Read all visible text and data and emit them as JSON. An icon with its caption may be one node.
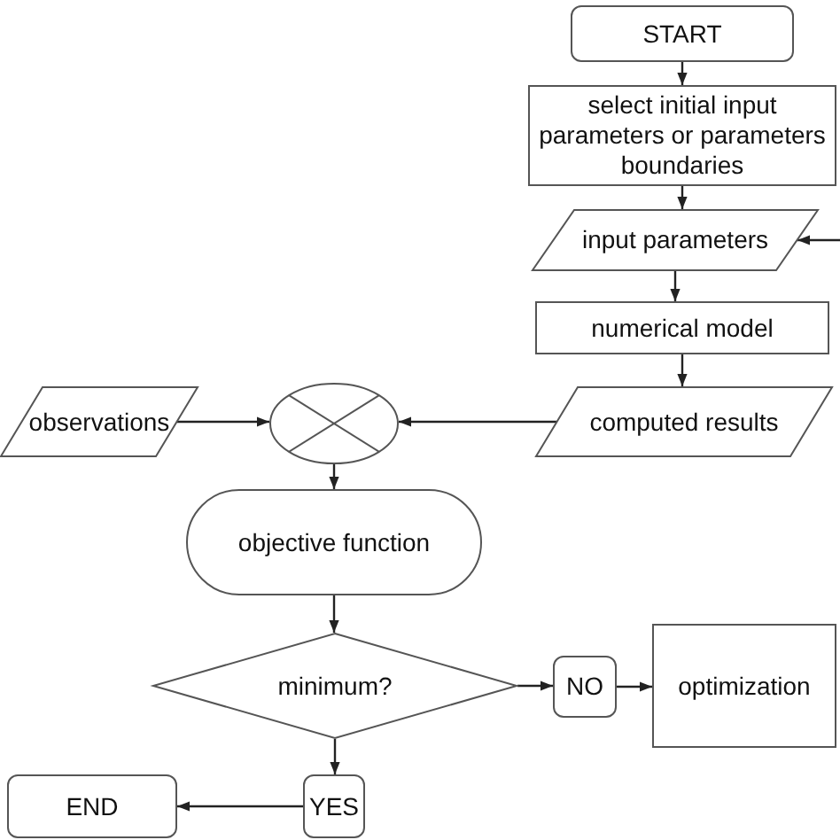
{
  "diagram": {
    "nodes": [
      {
        "text": [
          "START"
        ]
      },
      {
        "text": [
          "select initial input parameters or parameters boundaries"
        ]
      },
      {
        "text": [
          "input parameters"
        ]
      },
      {
        "text": [
          "numerical model"
        ]
      },
      {
        "text": [
          "observations"
        ]
      },
      {
        "text": [],
        "shape": "circle"
      },
      {
        "text": [
          "computed results"
        ]
      },
      {
        "text": [
          "objective function"
        ]
      },
      {
        "text": [
          "minimum?"
        ]
      },
      {
        "text": [
          "NO"
        ]
      },
      {
        "text": [
          "optimization"
        ]
      },
      {
        "text": [
          "END"
        ]
      },
      {
        "text": [
          "YES"
        ]
      }
    ],
    "edges": [
      {
        "from": 0,
        "to": 1,
        "arrow": "to"
      },
      {
        "from": 1,
        "to": 2,
        "arrow": "to"
      },
      {
        "from": null,
        "to": 2,
        "arrow": "to"
      },
      {
        "from": 2,
        "to": 3,
        "arrow": "to"
      },
      {
        "from": 3,
        "to": 6,
        "arrow": "to"
      },
      {
        "from": 6,
        "to": 5,
        "arrow": "to"
      },
      {
        "from": 4,
        "to": 5,
        "arrow": "to"
      },
      {
        "from": 5,
        "to": 7,
        "arrow": "to"
      },
      {
        "from": 7,
        "to": 8,
        "arrow": "to"
      },
      {
        "from": 8,
        "to": 9,
        "arrow": "to"
      },
      {
        "from": 9,
        "to": 10,
        "arrow": "to"
      },
      {
        "from": 8,
        "to": 12,
        "arrow": "to"
      },
      {
        "from": 12,
        "to": 11,
        "arrow": "to"
      }
    ]
  }
}
